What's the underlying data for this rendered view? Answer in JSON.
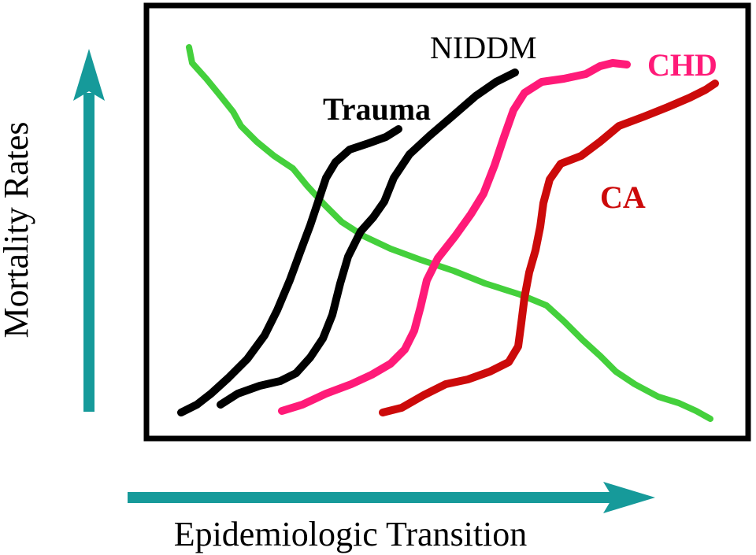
{
  "y_axis_label": "Mortality  Rates",
  "x_axis_label": "Epidemiologic Transition",
  "colors": {
    "arrow": "#169a9a",
    "frame": "#000000",
    "declining": "#44d03c",
    "trauma": "#000000",
    "niddm": "#000000",
    "chd": "#ff1a78",
    "ca": "#cc0a0a"
  },
  "curves": {
    "trauma": {
      "label": "Trauma"
    },
    "niddm": {
      "label": "NIDDM"
    },
    "chd": {
      "label": "CHD"
    },
    "ca": {
      "label": "CA"
    },
    "declining": {
      "label": ""
    }
  }
}
